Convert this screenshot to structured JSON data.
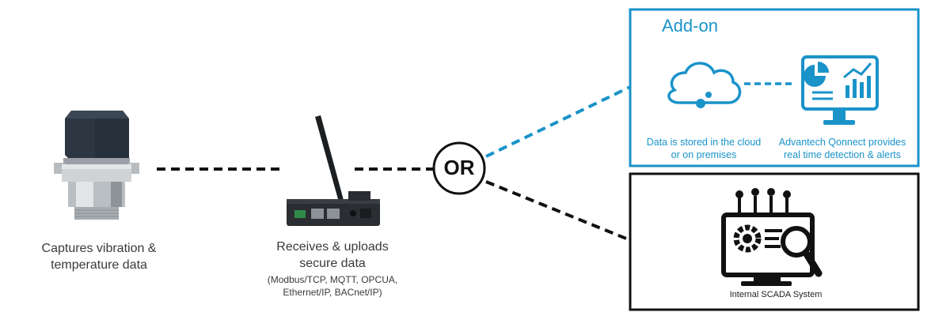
{
  "sensor": {
    "caption_line1": "Captures vibration &",
    "caption_line2": "temperature data"
  },
  "gateway": {
    "caption_line1": "Receives & uploads",
    "caption_line2": "secure data",
    "protocols_line1": "(Modbus/TCP, MQTT,  OPCUA,",
    "protocols_line2": "Ethernet/IP, BACnet/IP)"
  },
  "connector": {
    "label": "OR"
  },
  "addon": {
    "title": "Add-on",
    "cloud_caption_line1": "Data is stored in the cloud",
    "cloud_caption_line2": "or on premises",
    "monitor_caption_line1": "Advantech Qonnect provides",
    "monitor_caption_line2": "real time detection & alerts",
    "accent_color": "#1a93c9"
  },
  "scada": {
    "label": "Internal SCADA System"
  },
  "icons": [
    "sensor-icon",
    "gateway-icon",
    "cloud-gear-icon",
    "dashboard-monitor-icon",
    "scada-gear-magnifier-icon"
  ]
}
